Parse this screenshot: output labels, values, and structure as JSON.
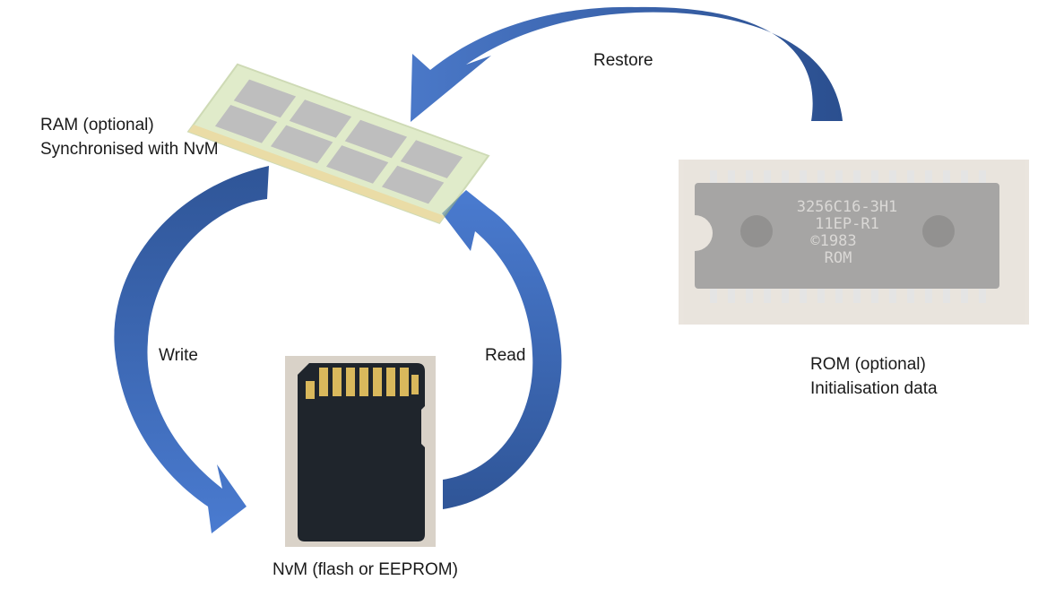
{
  "labels": {
    "ram_line1": "RAM (optional)",
    "ram_line2": "Synchronised with NvM",
    "rom_line1": "ROM (optional)",
    "rom_line2": "Initialisation data",
    "nvm": "NvM (flash or EEPROM)",
    "write": "Write",
    "read": "Read",
    "restore": "Restore"
  },
  "chip_markings": {
    "line1": "3256C16-3H1",
    "line2": "11EP-R1",
    "line3": "©1983",
    "line4": "ROM"
  },
  "colors": {
    "arrow_light": "#4472c4",
    "arrow_dark": "#2f5597",
    "pcb_green": "#cfe0a8",
    "ram_chip": "#9a9a9a",
    "sd_card": "#1f252c",
    "sd_contact": "#d9b85c",
    "rom_chip": "#8a8680",
    "photo_bg": "#e6dfd5"
  },
  "icons": [
    "ram-module-icon",
    "rom-chip-icon",
    "sd-card-icon"
  ]
}
